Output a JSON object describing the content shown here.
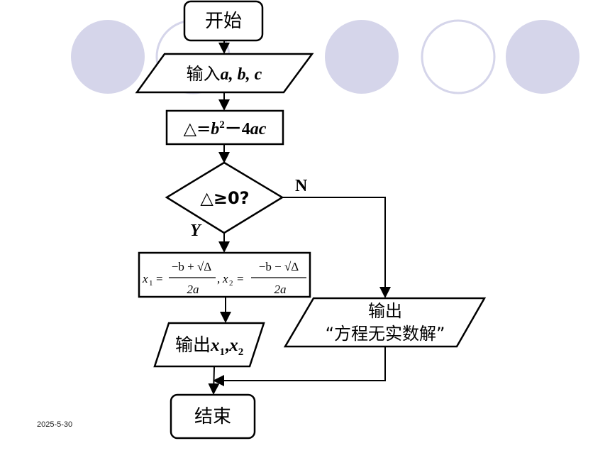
{
  "flow": {
    "start_label": "开始",
    "input": {
      "prefix": "输入",
      "vars": "a, b, c"
    },
    "discriminant": {
      "symbol": "△=",
      "b": "b",
      "exp": "2",
      "rest_minus": "－4",
      "ac": "ac"
    },
    "decision": "△≥0?",
    "yes_label": "Y",
    "no_label": "N",
    "formula": {
      "x1": "x",
      "sub1": "1",
      "eq": "=",
      "num1": "−b + √Δ",
      "den": "2a",
      "comma": ",",
      "x2": "x",
      "sub2": "2",
      "num2": "−b − √Δ"
    },
    "output_roots": {
      "prefix": "输出",
      "x": "x",
      "s1": "1",
      "comma": ",",
      "s2": "2"
    },
    "output_none": {
      "line1": "输出",
      "line2": "“方程无实数解”"
    },
    "end_label": "结束"
  },
  "footer": {
    "date": "2025-5-30"
  },
  "colors": {
    "circle_fill": "#d5d5ea",
    "circle_outline": "#d5d5ea",
    "stroke": "#000000"
  }
}
